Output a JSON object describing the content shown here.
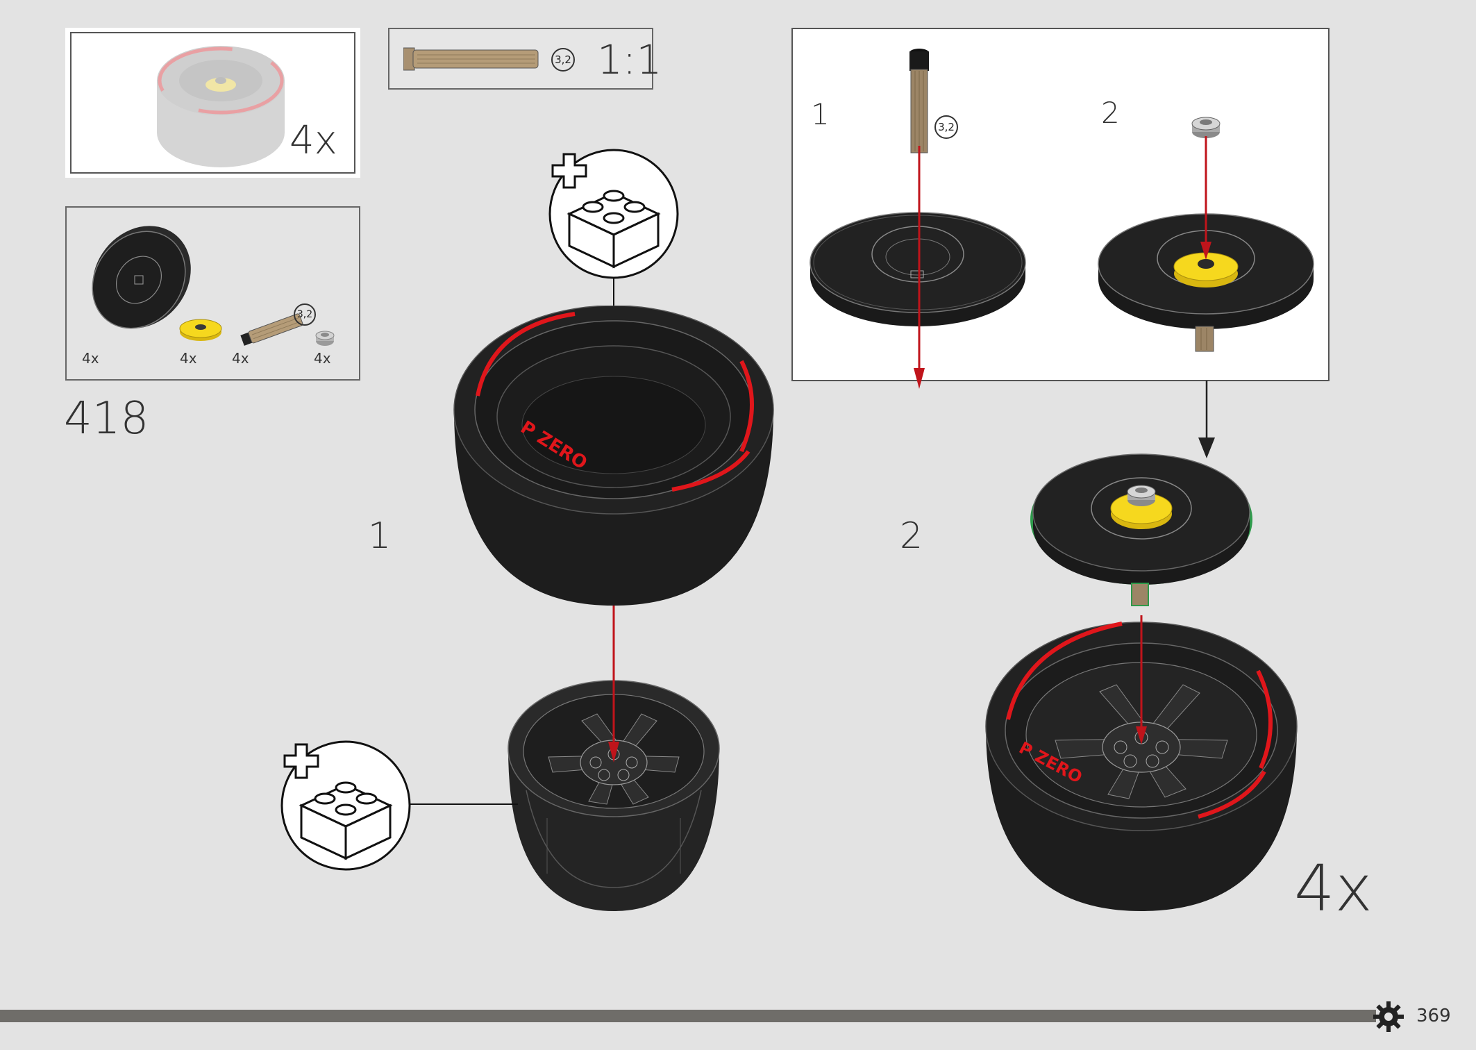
{
  "model_preview": {
    "quantity": "4x"
  },
  "scale_reference": {
    "length_marker": "3,2",
    "scale": "1:1"
  },
  "parts_list": {
    "items": [
      {
        "name": "wheel-rim-disc",
        "qty": "4x"
      },
      {
        "name": "yellow-round-tile",
        "qty": "4x"
      },
      {
        "name": "axle-pin",
        "qty": "4x",
        "length_marker": "3,2"
      },
      {
        "name": "grey-round-stud",
        "qty": "4x"
      }
    ]
  },
  "step_number": "418",
  "substeps_panel": {
    "step1": {
      "label": "1",
      "length_marker": "3,2"
    },
    "step2": {
      "label": "2"
    }
  },
  "main_steps": {
    "step1_label": "1",
    "step2_label": "2"
  },
  "tire": {
    "brand_text": "P ZERO"
  },
  "assembly_quantity": "4x",
  "page_number": "369",
  "colors": {
    "background": "#e3e3e3",
    "tire": "#1f1f1f",
    "stripe": "#e0161b",
    "arrow": "#c0141b",
    "yellow": "#f3d21b",
    "tan": "#a08a6a",
    "footer_bar": "#6f6d69",
    "highlight": "#2e9a4b"
  }
}
